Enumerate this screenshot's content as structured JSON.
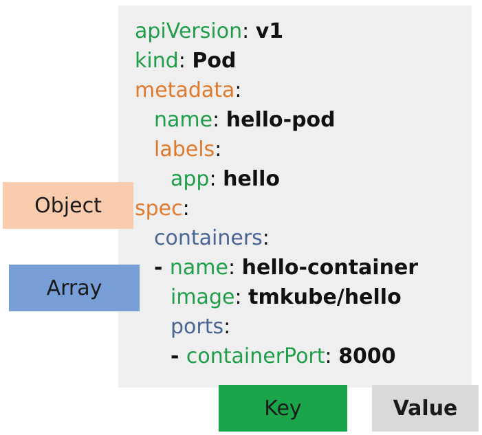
{
  "yaml_lines": [
    {
      "indent": "",
      "dash": "",
      "key": "apiVersion",
      "key_type": "key",
      "sep": ":",
      "value": "v1"
    },
    {
      "indent": "",
      "dash": "",
      "key": "kind",
      "key_type": "key",
      "sep": ":",
      "value": "Pod"
    },
    {
      "indent": "",
      "dash": "",
      "key": "metadata",
      "key_type": "object",
      "sep": ":",
      "value": ""
    },
    {
      "indent": "  ",
      "dash": "",
      "key": "name",
      "key_type": "key",
      "sep": ":",
      "value": "hello-pod"
    },
    {
      "indent": "  ",
      "dash": "",
      "key": "labels",
      "key_type": "object",
      "sep": ":",
      "value": ""
    },
    {
      "indent": "    ",
      "dash": "",
      "key": "app",
      "key_type": "key",
      "sep": ":",
      "value": "hello"
    },
    {
      "indent": "",
      "dash": "",
      "key": "spec",
      "key_type": "object",
      "sep": ":",
      "value": ""
    },
    {
      "indent": "  ",
      "dash": "",
      "key": "containers",
      "key_type": "array",
      "sep": ":",
      "value": ""
    },
    {
      "indent": "  ",
      "dash": "- ",
      "key": "name",
      "key_type": "key",
      "sep": ":",
      "value": "hello-container"
    },
    {
      "indent": "    ",
      "dash": "",
      "key": "image",
      "key_type": "key",
      "sep": ":",
      "value": "tmkube/hello"
    },
    {
      "indent": "    ",
      "dash": "",
      "key": "ports",
      "key_type": "array",
      "sep": ":",
      "value": ""
    },
    {
      "indent": "    ",
      "dash": "- ",
      "key": "containerPort",
      "key_type": "key",
      "sep": ":",
      "value": "8000"
    }
  ],
  "legend": {
    "object": "Object",
    "array": "Array",
    "key": "Key",
    "value": "Value"
  },
  "colors": {
    "key": "#1f9e4a",
    "object": "#df7a2c",
    "array": "#4a6494",
    "value": "#111111",
    "panel": "#efefef",
    "object_legend": "#f9ccad",
    "array_legend": "#779ed6",
    "key_legend": "#1aa54a",
    "value_legend": "#d9d9d9"
  }
}
